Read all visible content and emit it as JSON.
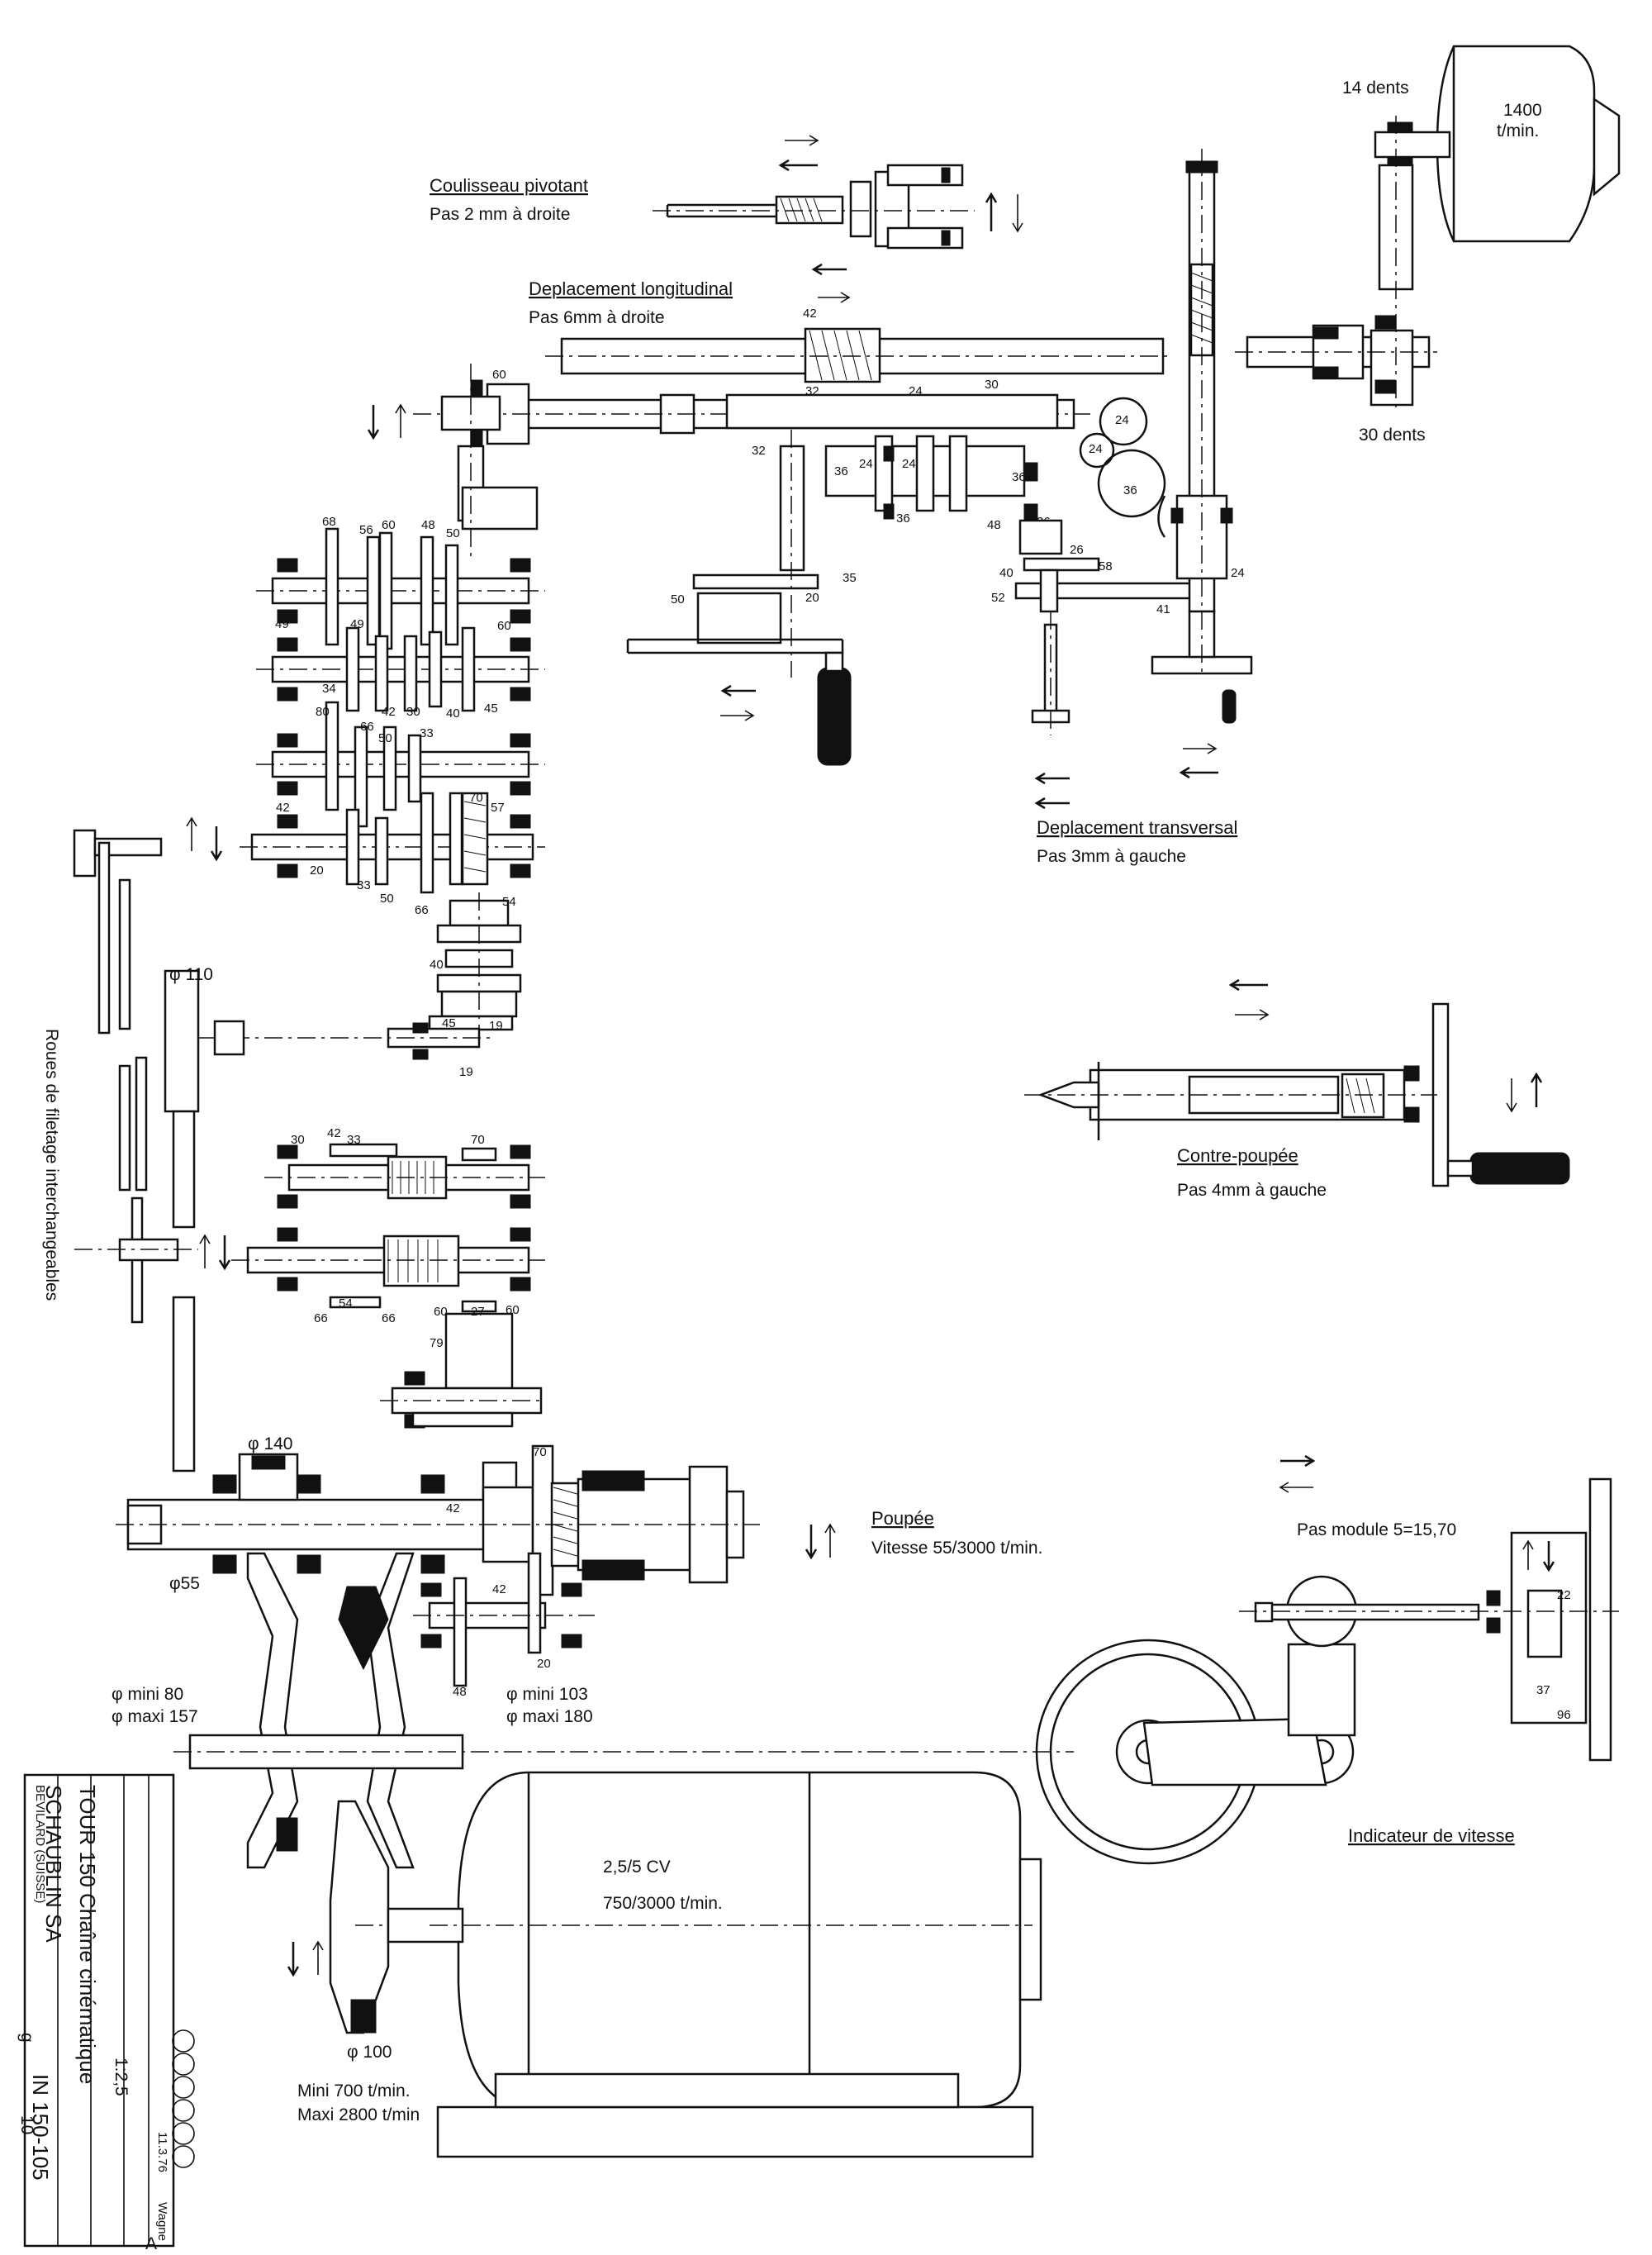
{
  "sections": {
    "coulisseau": {
      "title": "Coulisseau pivotant",
      "pitch": "Pas 2 mm à droite"
    },
    "longitudinal": {
      "title": "Deplacement longitudinal",
      "pitch": "Pas 6mm à droite"
    },
    "transversal": {
      "title": "Deplacement transversal",
      "pitch": "Pas 3mm à gauche"
    },
    "contre_poupee": {
      "title": "Contre-poupée",
      "pitch": "Pas 4mm à gauche"
    },
    "poupee": {
      "title": "Poupée",
      "speed": "Vitesse 55/3000 t/min."
    },
    "indicateur": {
      "title": "Indicateur de vitesse"
    },
    "module": {
      "text": "Pas module 5=15,70"
    }
  },
  "motor": {
    "power": "2,5/5 CV",
    "speed": "750/3000 t/min.",
    "pulley": "φ 100",
    "min_speed": "Mini 700 t/min.",
    "max_speed": "Maxi 2800 t/min"
  },
  "variator": {
    "left_min": "φ mini 80",
    "left_max": "φ maxi 157",
    "right_min": "φ mini 103",
    "right_max": "φ maxi 180"
  },
  "top_right": {
    "teeth_top": "14 dents",
    "speed": "1400",
    "unit": "t/min.",
    "teeth_bottom": "30 dents"
  },
  "misc": {
    "threading_wheels": "Roues de filetage interchangeables",
    "phi110": "φ 110",
    "phi140": "φ 140",
    "phi55": "φ55"
  },
  "gear_labels": {
    "lead": [
      "42",
      "32",
      "24",
      "30",
      "24",
      "24",
      "36",
      "32",
      "36",
      "36",
      "48",
      "26",
      "26",
      "40",
      "58",
      "24",
      "52",
      "41",
      "35",
      "20",
      "50",
      "60"
    ],
    "box": [
      "68",
      "56",
      "60",
      "48",
      "50",
      "49",
      "49",
      "60",
      "34",
      "80",
      "42",
      "30",
      "40",
      "45",
      "66",
      "50",
      "33",
      "42",
      "70",
      "57",
      "20",
      "33",
      "50",
      "66",
      "54",
      "40",
      "45",
      "19",
      "19",
      "42"
    ],
    "mid": [
      "30",
      "42",
      "33",
      "70",
      "54",
      "66",
      "66",
      "60",
      "27",
      "60",
      "79"
    ],
    "spindle": [
      "70",
      "42",
      "42",
      "20",
      "48"
    ],
    "module_box": [
      "22",
      "37",
      "96"
    ]
  },
  "title_block": {
    "machine": "TOUR 150 Chaîne cinématique",
    "scale": "1:2,5",
    "company": "SCHAUBLIN SA",
    "location": "BEVILARD (SUISSE)",
    "drawing_no": "IN 150-105",
    "sheet_top": "g",
    "sheet_bottom": "10",
    "ref": "11.3.76",
    "author": "Wagne",
    "mark": "A"
  }
}
